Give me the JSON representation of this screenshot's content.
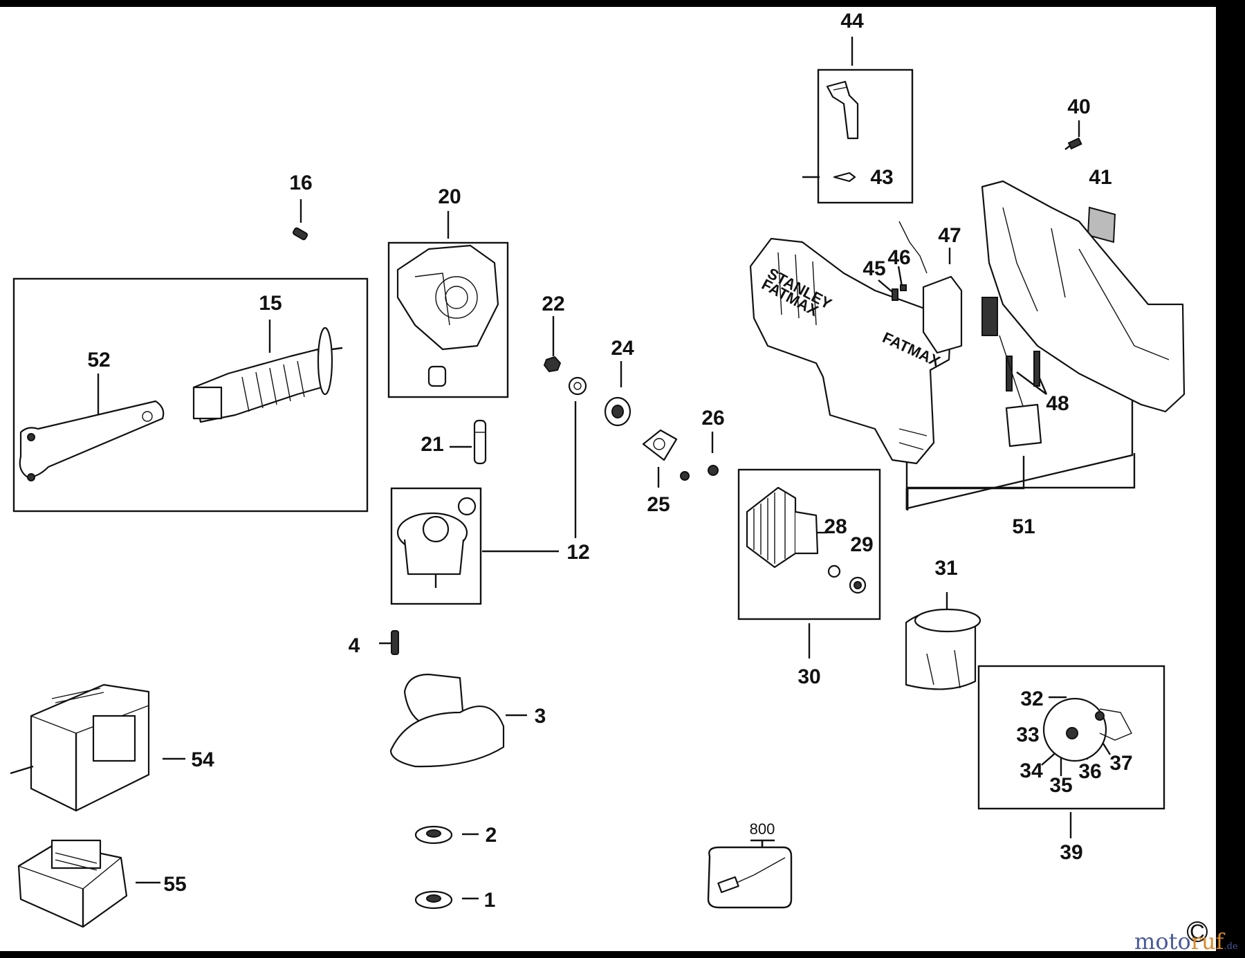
{
  "callouts": [
    {
      "id": "c44",
      "text": "44"
    },
    {
      "id": "c43",
      "text": "43"
    },
    {
      "id": "c40",
      "text": "40"
    },
    {
      "id": "c41",
      "text": "41"
    },
    {
      "id": "c16",
      "text": "16"
    },
    {
      "id": "c20",
      "text": "20"
    },
    {
      "id": "c47",
      "text": "47"
    },
    {
      "id": "c45",
      "text": "45"
    },
    {
      "id": "c46",
      "text": "46"
    },
    {
      "id": "c15",
      "text": "15"
    },
    {
      "id": "c22",
      "text": "22"
    },
    {
      "id": "c52",
      "text": "52"
    },
    {
      "id": "c24",
      "text": "24"
    },
    {
      "id": "c48",
      "text": "48"
    },
    {
      "id": "c26",
      "text": "26"
    },
    {
      "id": "c21",
      "text": "21"
    },
    {
      "id": "c25",
      "text": "25"
    },
    {
      "id": "c51",
      "text": "51"
    },
    {
      "id": "c28",
      "text": "28"
    },
    {
      "id": "c29",
      "text": "29"
    },
    {
      "id": "c12",
      "text": "12"
    },
    {
      "id": "c31",
      "text": "31"
    },
    {
      "id": "c4",
      "text": "4"
    },
    {
      "id": "c30",
      "text": "30"
    },
    {
      "id": "c32",
      "text": "32"
    },
    {
      "id": "c3",
      "text": "3"
    },
    {
      "id": "c33",
      "text": "33"
    },
    {
      "id": "c54",
      "text": "54"
    },
    {
      "id": "c37",
      "text": "37"
    },
    {
      "id": "c36",
      "text": "36"
    },
    {
      "id": "c34",
      "text": "34"
    },
    {
      "id": "c35",
      "text": "35"
    },
    {
      "id": "c2",
      "text": "2"
    },
    {
      "id": "c39",
      "text": "39"
    },
    {
      "id": "c55",
      "text": "55"
    },
    {
      "id": "c1",
      "text": "1"
    }
  ],
  "kit_label": "800",
  "brand_text": {
    "line1": "STANLEY",
    "line2": "FATMAX",
    "handle": "FATMAX"
  },
  "watermark": {
    "part1": "moto",
    "part2": "ruf",
    "suffix": ".de"
  },
  "copyright": "C"
}
